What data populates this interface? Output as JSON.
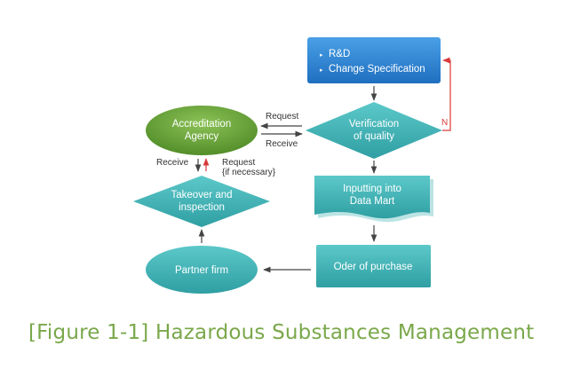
{
  "nodes": {
    "rnd_box": {
      "bullets": [
        "R&D",
        "Change Specification"
      ]
    },
    "verification": {
      "line1": "Verification",
      "line2": "of quality"
    },
    "data_mart": {
      "line1": "Inputting into",
      "line2": "Data Mart"
    },
    "purchase_order": {
      "label": "Oder of purchase"
    },
    "partner_firm": {
      "label": "Partner firm"
    },
    "takeover": {
      "line1": "Takeover and",
      "line2": "inspection"
    },
    "accreditation": {
      "line1": "Accreditation",
      "line2": "Agency"
    }
  },
  "edges": {
    "no_label": "N",
    "request_top": "Request",
    "receive_top": "Receive",
    "receive_left": "Receive",
    "request_left_1": "Request",
    "request_left_2": "{if necessary}"
  },
  "caption": "[Figure 1-1] Hazardous Substances Management",
  "colors": {
    "blue_box": "#2a7fcf",
    "teal": "#3fb3b6",
    "green_ellipse": "#6aa53a",
    "red_arrow": "#d93a3a",
    "caption": "#7aa84a"
  }
}
